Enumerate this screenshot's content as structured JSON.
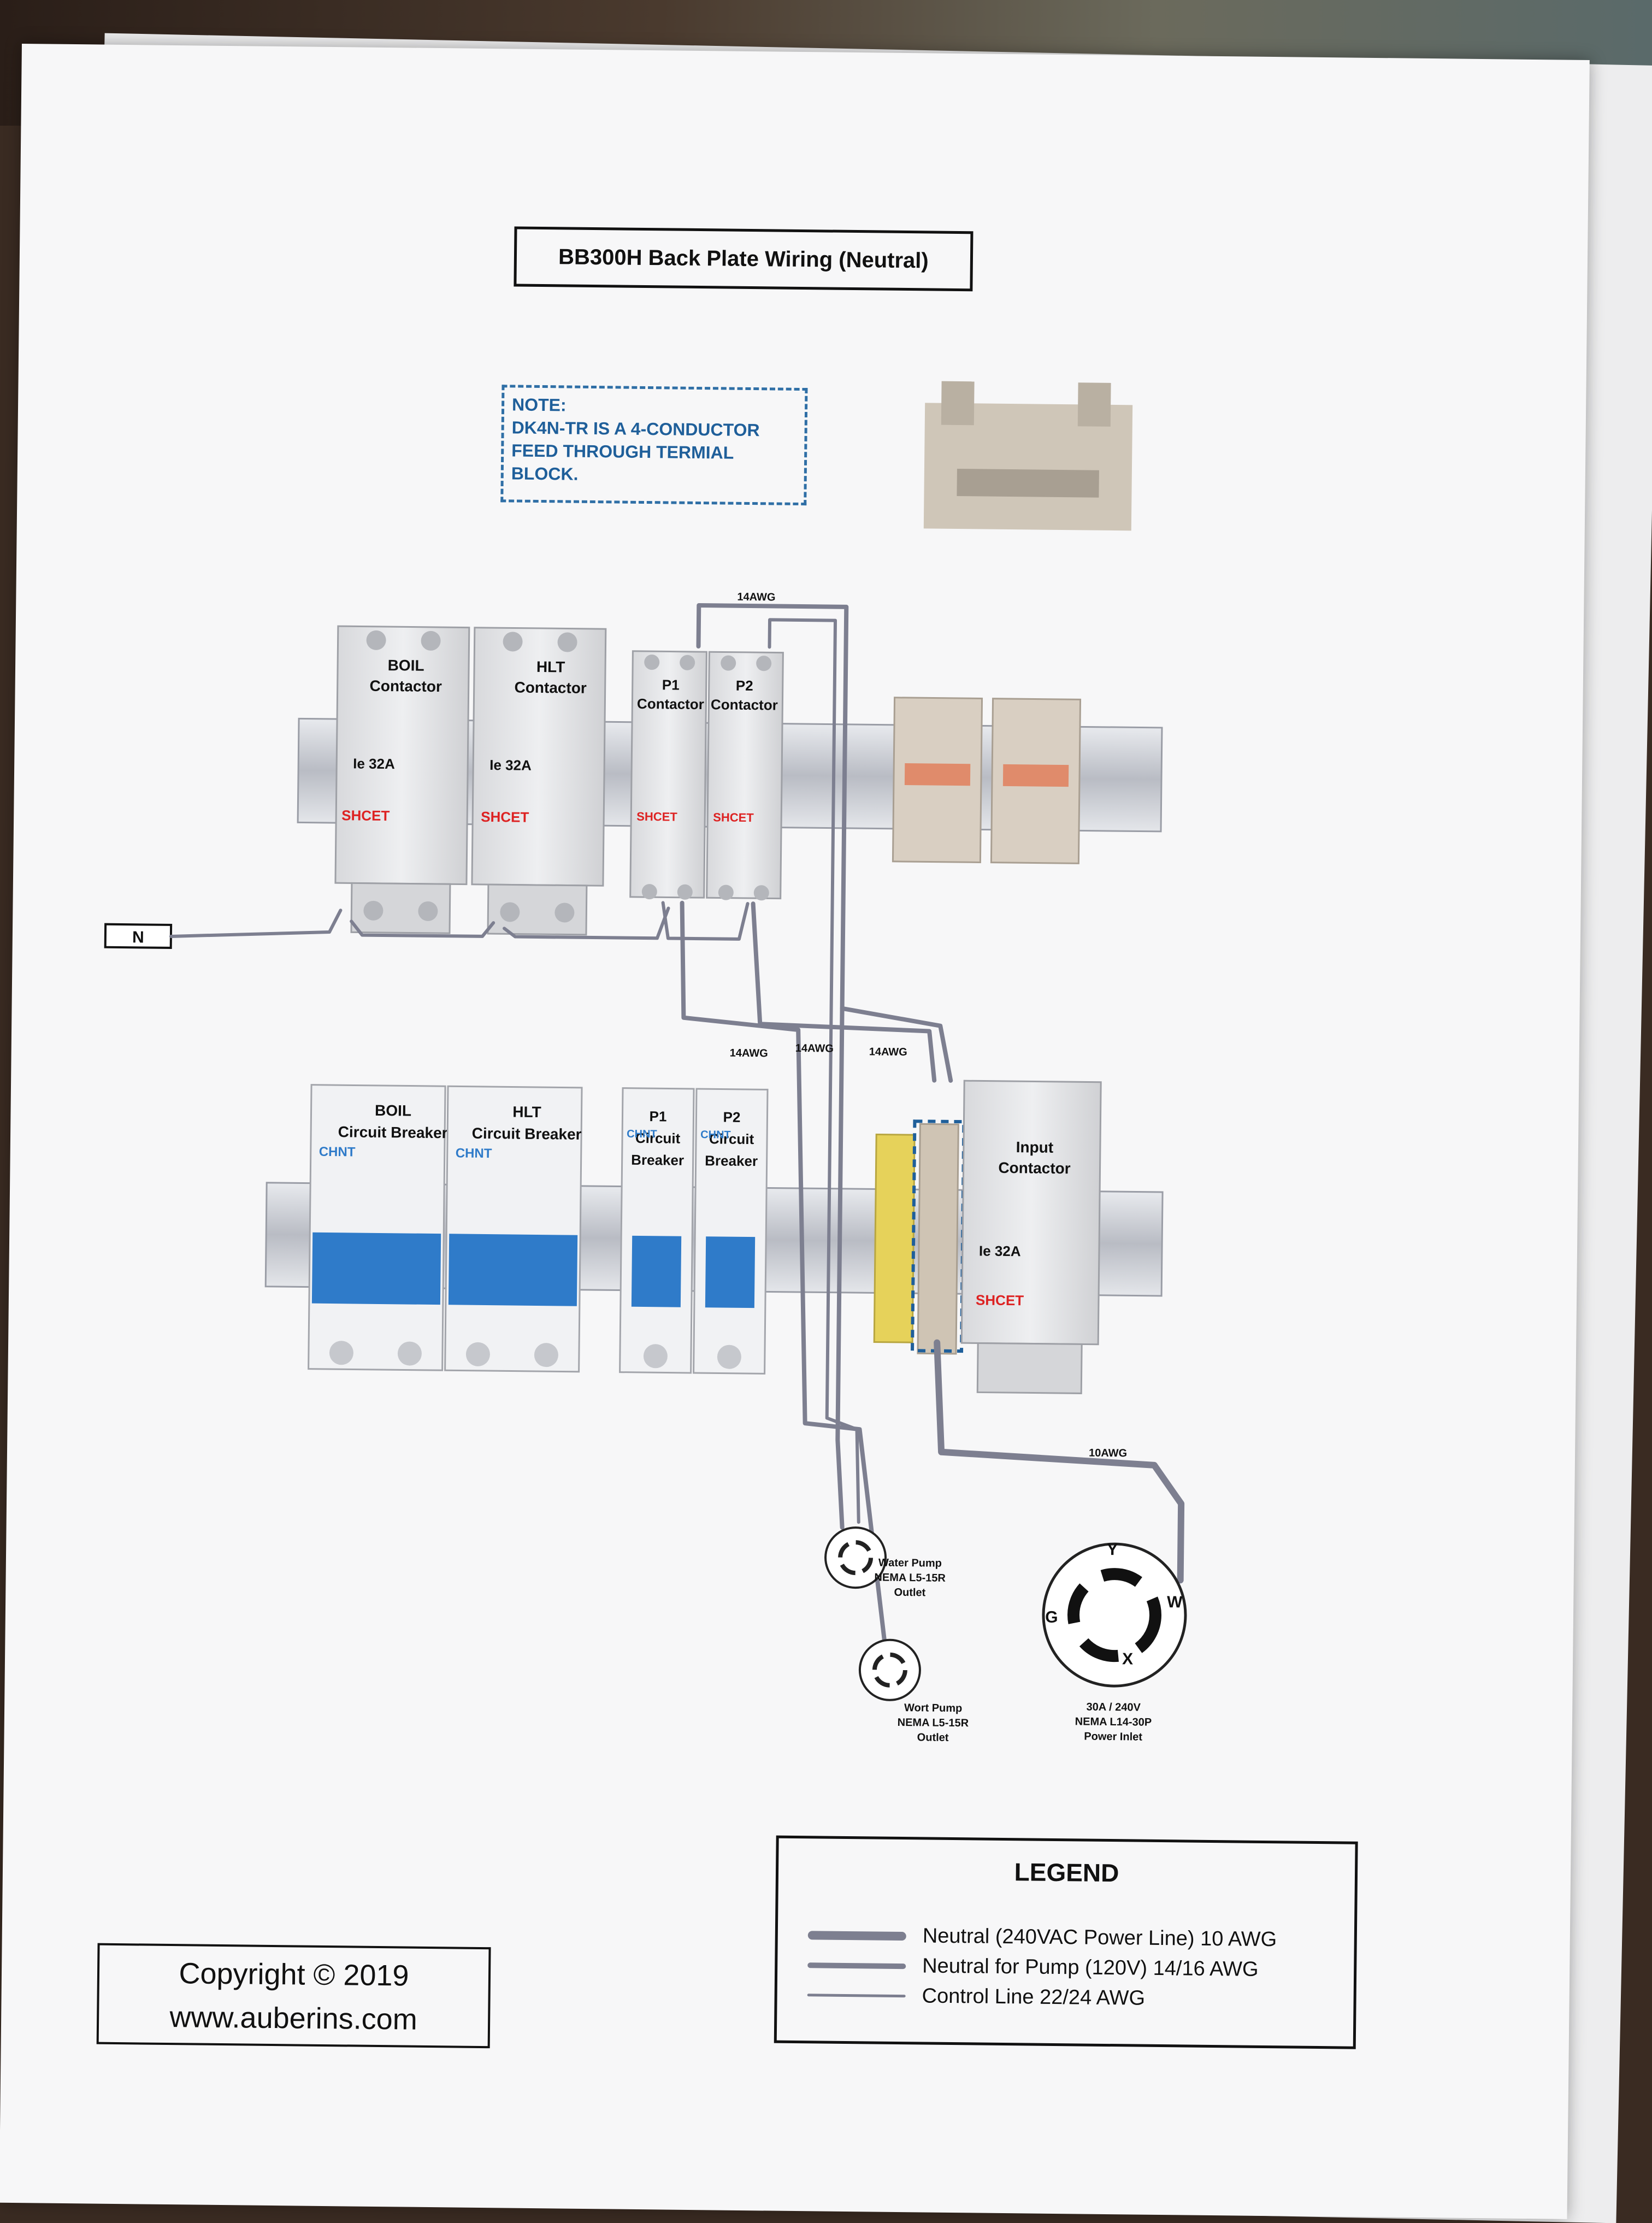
{
  "title": "BB300H Back Plate Wiring (Neutral)",
  "note": [
    "NOTE:",
    "DK4N-TR IS A 4-CONDUCTOR",
    "FEED THROUGH TERMIAL",
    "BLOCK."
  ],
  "neutral_terminal": "N",
  "top_row": {
    "boil_contactor": {
      "line1": "BOIL",
      "line2": "Contactor",
      "rating": "Ie 32A",
      "brand": "SHCET"
    },
    "hlt_contactor": {
      "line1": "HLT",
      "line2": "Contactor",
      "rating": "Ie 32A",
      "brand": "SHCET"
    },
    "p1_contactor": {
      "line1": "P1",
      "line2": "Contactor",
      "brand": "SHCET"
    },
    "p2_contactor": {
      "line1": "P2",
      "line2": "Contactor",
      "brand": "SHCET"
    }
  },
  "bottom_row": {
    "boil_breaker": {
      "line1": "BOIL",
      "line2": "Circuit Breaker",
      "brand": "CHNT"
    },
    "hlt_breaker": {
      "line1": "HLT",
      "line2": "Circuit Breaker",
      "brand": "CHNT"
    },
    "p1_breaker": {
      "line1": "P1",
      "line2": "Circuit",
      "line3": "Breaker",
      "brand": "CHNT"
    },
    "p2_breaker": {
      "line1": "P2",
      "line2": "Circuit",
      "line3": "Breaker",
      "brand": "CHNT"
    },
    "input_contactor": {
      "line1": "Input",
      "line2": "Contactor",
      "rating": "Ie 32A",
      "brand": "SHCET"
    }
  },
  "wire_labels": {
    "top": "14AWG",
    "a": "14AWG",
    "b": "14AWG",
    "c": "14AWG",
    "main": "10AWG"
  },
  "outlets": {
    "water_pump": [
      "Water Pump",
      "NEMA L5-15R",
      "Outlet"
    ],
    "wort_pump": [
      "Wort Pump",
      "NEMA L5-15R",
      "Outlet"
    ],
    "power_inlet": [
      "30A / 240V",
      "NEMA L14-30P",
      "Power Inlet"
    ],
    "inlet_pins": {
      "y": "Y",
      "g": "G",
      "w": "W",
      "x": "X"
    }
  },
  "legend": {
    "title": "LEGEND",
    "items": [
      {
        "label": "Neutral (240VAC Power Line) 10 AWG"
      },
      {
        "label": "Neutral for Pump (120V) 14/16 AWG"
      },
      {
        "label": "Control Line 22/24 AWG"
      }
    ]
  },
  "copyright": {
    "line1": "Copyright © 2019",
    "line2": "www.auberins.com"
  },
  "colors": {
    "wire": "#7d7f90",
    "note": "#1f5f9a",
    "breaker_blue": "#2f7bc9",
    "brand_red": "#d22"
  }
}
